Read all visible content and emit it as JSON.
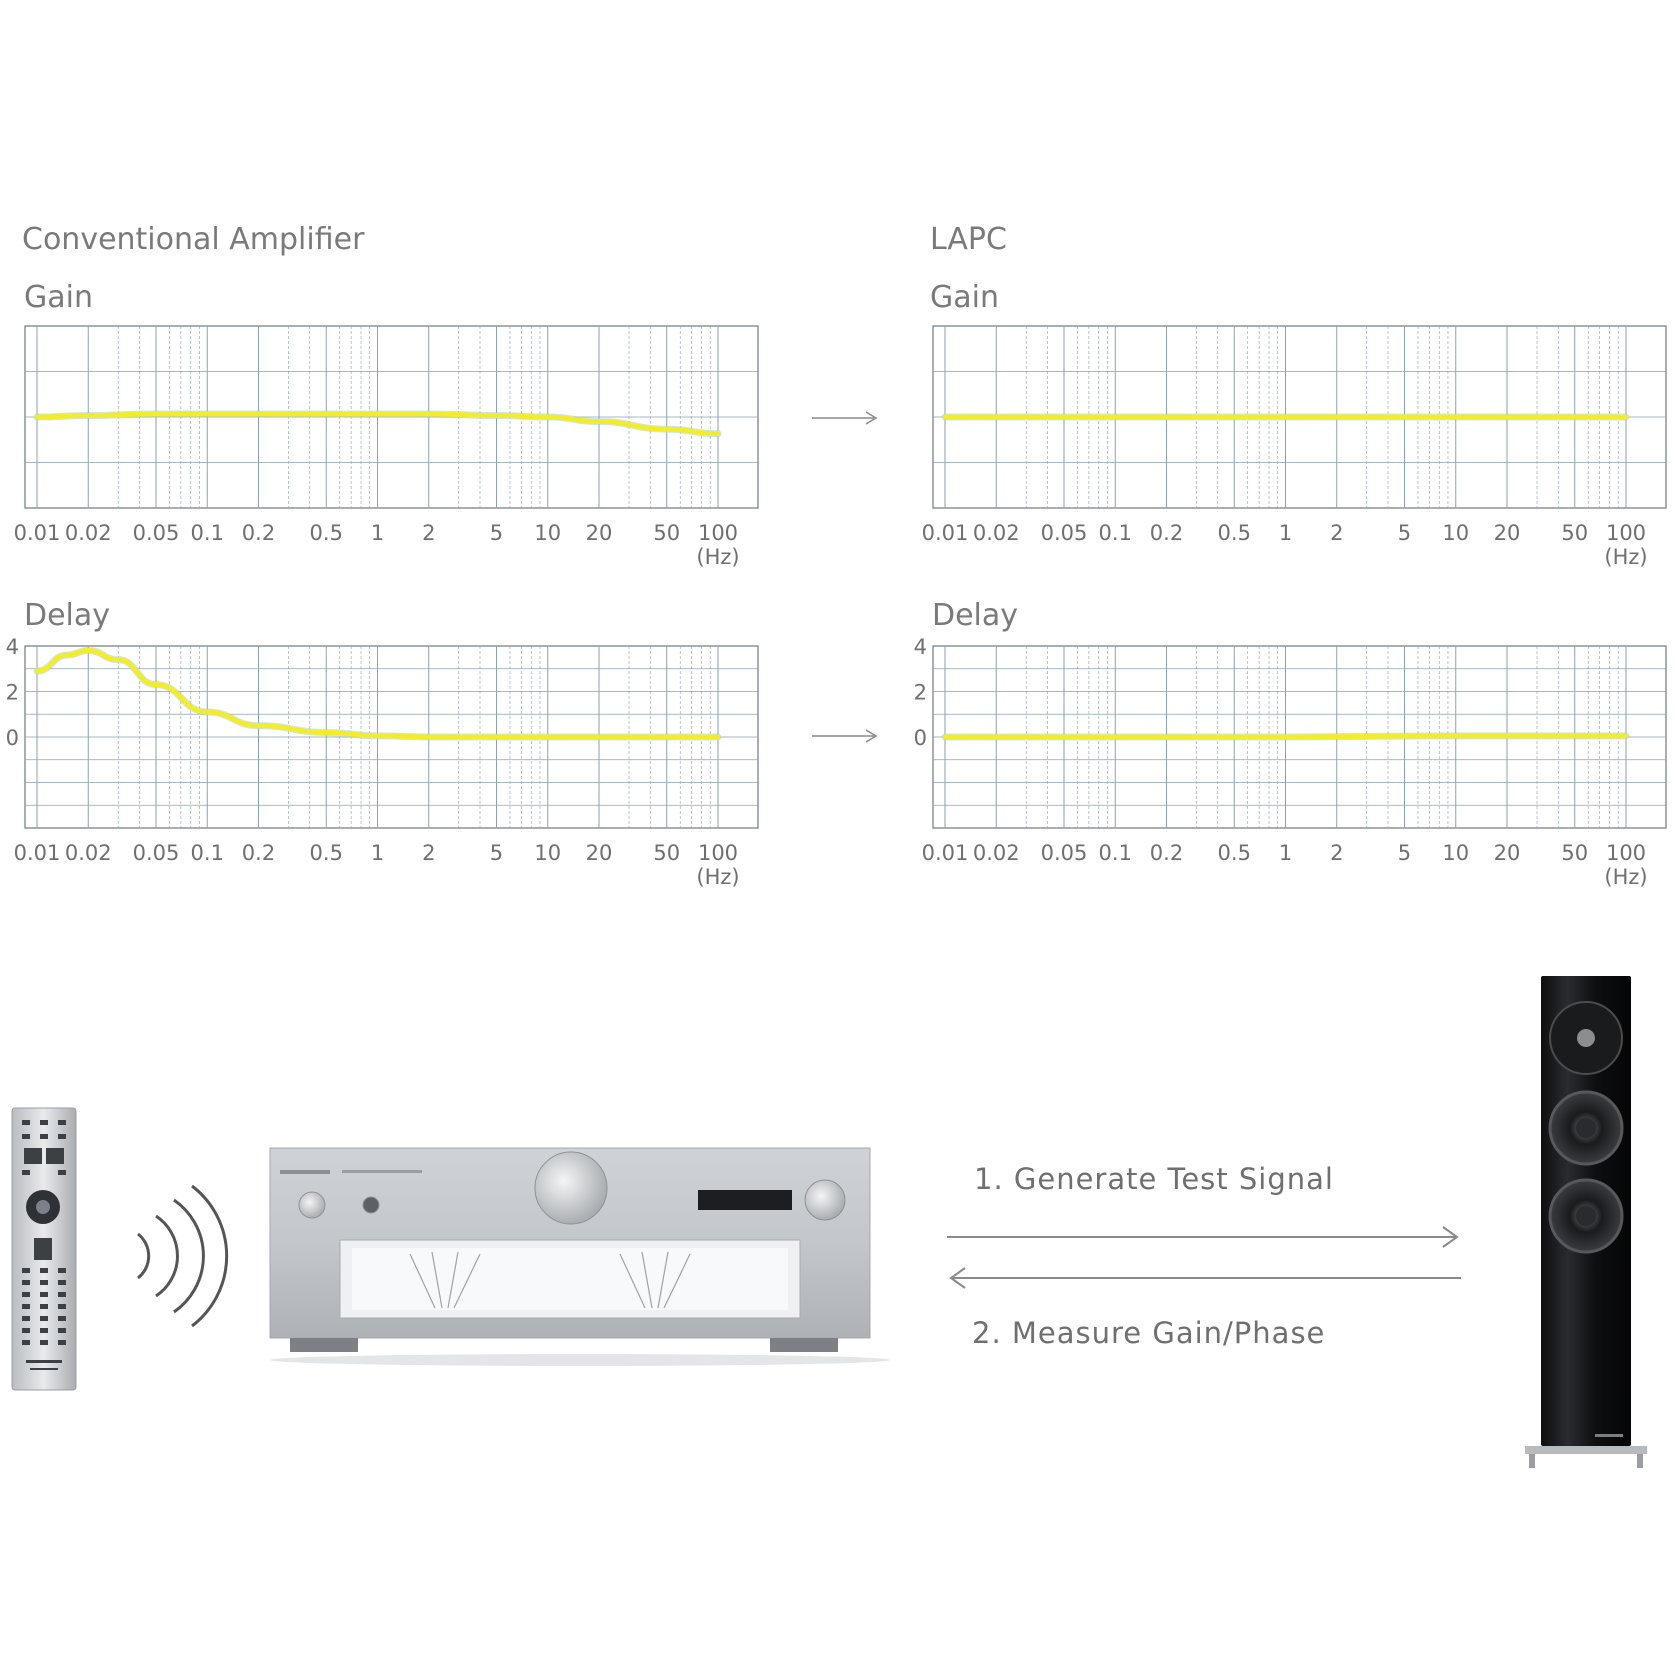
{
  "sections": {
    "left_title": "Conventional Amplifier",
    "right_title": "LAPC"
  },
  "labels": {
    "gain": "Gain",
    "delay": "Delay",
    "unit": "(Hz)"
  },
  "x_ticks": [
    "0.01",
    "0.02",
    "0.05",
    "0.1",
    "0.2",
    "0.5",
    "1",
    "2",
    "5",
    "10",
    "20",
    "50",
    "100"
  ],
  "delay_y_ticks": [
    "4",
    "2",
    "0"
  ],
  "colors": {
    "curve": "#f2ec2a",
    "grid": "#8aa2b0",
    "text": "#6f6f6f"
  },
  "chart_data": [
    {
      "type": "line",
      "title": "Gain",
      "panel": "Conventional Amplifier",
      "xscale": "log",
      "xlim": [
        0.01,
        100
      ],
      "xlabel": "(Hz)",
      "x": [
        0.01,
        0.02,
        0.05,
        0.1,
        0.2,
        0.5,
        1,
        2,
        5,
        10,
        20,
        50,
        100
      ],
      "series": [
        {
          "values": [
            0,
            0.05,
            0.1,
            0.1,
            0.1,
            0.1,
            0.1,
            0.1,
            0.05,
            0,
            -0.15,
            -0.4,
            -0.55
          ]
        }
      ],
      "ylim": [
        -3,
        3
      ]
    },
    {
      "type": "line",
      "title": "Gain",
      "panel": "LAPC",
      "xscale": "log",
      "xlim": [
        0.01,
        100
      ],
      "xlabel": "(Hz)",
      "x": [
        0.01,
        0.1,
        1,
        10,
        100
      ],
      "series": [
        {
          "values": [
            0,
            0,
            0,
            0,
            0
          ]
        }
      ],
      "ylim": [
        -3,
        3
      ]
    },
    {
      "type": "line",
      "title": "Delay",
      "panel": "Conventional Amplifier",
      "xscale": "log",
      "xlim": [
        0.01,
        100
      ],
      "xlabel": "(Hz)",
      "yticks": [
        4,
        2,
        0
      ],
      "ylim": [
        -4,
        4
      ],
      "x": [
        0.01,
        0.015,
        0.02,
        0.03,
        0.05,
        0.1,
        0.2,
        0.5,
        1,
        2,
        5,
        10,
        20,
        50,
        100
      ],
      "series": [
        {
          "values": [
            2.9,
            3.6,
            3.8,
            3.4,
            2.3,
            1.1,
            0.5,
            0.2,
            0.05,
            0,
            0,
            0,
            0,
            0,
            0
          ]
        }
      ]
    },
    {
      "type": "line",
      "title": "Delay",
      "panel": "LAPC",
      "xscale": "log",
      "xlim": [
        0.01,
        100
      ],
      "xlabel": "(Hz)",
      "yticks": [
        4,
        2,
        0
      ],
      "ylim": [
        -4,
        4
      ],
      "x": [
        0.01,
        0.1,
        1,
        10,
        100
      ],
      "series": [
        {
          "values": [
            0,
            0,
            0,
            0.05,
            0.05
          ]
        }
      ]
    }
  ],
  "flow": {
    "step1": "1. Generate Test Signal",
    "step2": "2. Measure Gain/Phase"
  }
}
